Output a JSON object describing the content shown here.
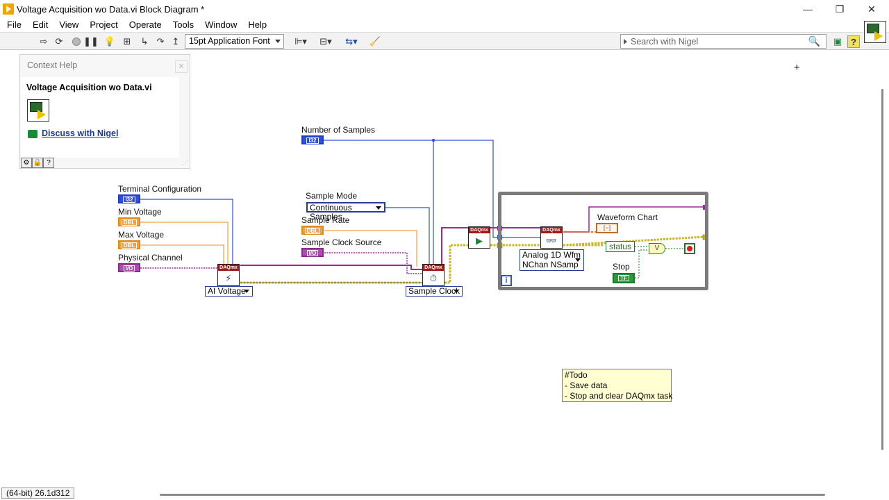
{
  "window": {
    "title": "Voltage Acquisition wo Data.vi Block Diagram *",
    "controls": {
      "minimize": "—",
      "restore": "❐",
      "close": "✕"
    }
  },
  "menubar": [
    "File",
    "Edit",
    "View",
    "Project",
    "Operate",
    "Tools",
    "Window",
    "Help"
  ],
  "toolbar": {
    "font_select": "15pt Application Font",
    "search_placeholder": "Search with Nigel",
    "icons": [
      "run-arrow-icon",
      "run-continuous-icon",
      "abort-icon",
      "pause-icon",
      "highlight-execution-icon",
      "retain-wire-values-icon",
      "step-into-icon",
      "step-over-icon",
      "step-out-icon",
      "align-objects-icon",
      "distribute-objects-icon",
      "reorder-icon",
      "cleanup-diagram-icon",
      "nigel-icon",
      "help-icon"
    ]
  },
  "context_help": {
    "title": "Context Help",
    "vi_name": "Voltage Acquisition wo Data.vi",
    "link": "Discuss with Nigel",
    "buttons": [
      "⚙",
      "🔒",
      "?"
    ]
  },
  "diagram": {
    "terminal_configuration": {
      "label": "Terminal Configuration",
      "type": "I32"
    },
    "min_voltage": {
      "label": "Min Voltage",
      "type": "DBL"
    },
    "max_voltage": {
      "label": "Max Voltage",
      "type": "DBL"
    },
    "physical_channel": {
      "label": "Physical Channel",
      "type": "I/O"
    },
    "number_of_samples": {
      "label": "Number of Samples",
      "type": "I32"
    },
    "sample_mode": {
      "label": "Sample Mode",
      "value": "Continuous Samples"
    },
    "sample_rate": {
      "label": "Sample Rate",
      "type": "DBL"
    },
    "sample_clock_source": {
      "label": "Sample Clock Source",
      "type": "I/O"
    },
    "create_channel_ring": "AI Voltage",
    "timing_ring": "Sample Clock",
    "daqmx_header": "DAQmx",
    "read_ring": [
      "Analog 1D Wfm",
      "NChan NSamp"
    ],
    "waveform_chart": "Waveform Chart",
    "status": "status",
    "stop": {
      "label": "Stop",
      "type": "TF"
    },
    "loop_iteration": "i",
    "or_symbol": "V"
  },
  "todo_note": "#Todo\n- Save data\n- Stop and clear DAQmx task",
  "status_bar": "(64-bit) 26.1d312",
  "colors": {
    "wire_i32": "#2d4fdc",
    "wire_dbl": "#f5a040",
    "wire_io": "#9a2a9a",
    "wire_error": "#c8b820",
    "wire_bool": "#2a9a3a",
    "loop_border": "#7a7a7a"
  }
}
